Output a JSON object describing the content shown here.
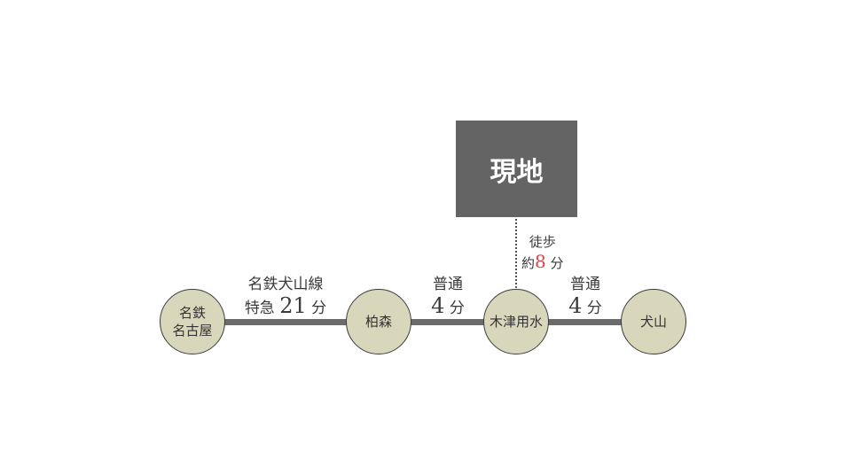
{
  "destination": {
    "label": "現地"
  },
  "walk": {
    "line1": "徒歩",
    "prefix": "約",
    "minutes": "8",
    "unit": "分",
    "accent_color": "#e0404a"
  },
  "stations": [
    {
      "line1": "名鉄",
      "line2": "名古屋"
    },
    {
      "line1": "柏森"
    },
    {
      "line1": "木津用水"
    },
    {
      "line1": "犬山"
    }
  ],
  "segments": [
    {
      "line1": "名鉄犬山線",
      "prefix": "特急",
      "minutes": "21",
      "unit": "分"
    },
    {
      "line1": "普通",
      "minutes": "4",
      "unit": "分"
    },
    {
      "line1": "普通",
      "minutes": "4",
      "unit": "分"
    }
  ]
}
